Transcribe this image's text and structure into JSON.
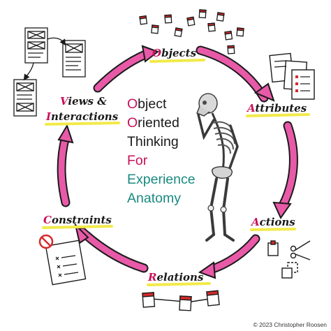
{
  "diagram": {
    "nodes": [
      {
        "id": "objects",
        "initial": "O",
        "rest": "bjects"
      },
      {
        "id": "attributes",
        "initial": "A",
        "rest": "ttributes"
      },
      {
        "id": "actions",
        "initial": "A",
        "rest": "ctions"
      },
      {
        "id": "relations",
        "initial": "R",
        "rest": "elations"
      },
      {
        "id": "constraints",
        "initial": "C",
        "rest": "onstraints"
      },
      {
        "id": "views_1",
        "initial": "V",
        "rest": "iews &"
      },
      {
        "id": "views_2",
        "initial": "I",
        "rest": "nteractions"
      }
    ],
    "center_title": [
      {
        "initial": "O",
        "rest": "bject"
      },
      {
        "initial": "O",
        "rest": "riented"
      },
      {
        "initial": "",
        "rest": "Thinking"
      },
      {
        "initial": "",
        "rest": "For"
      },
      {
        "initial": "",
        "rest": "Experience"
      },
      {
        "initial": "",
        "rest": "Anatomy"
      }
    ],
    "accent_color": "#c8105a",
    "teal_color": "#1a8a80",
    "arrow_color": "#e85aa8",
    "highlight_color": "#f2ea4a"
  },
  "footer": {
    "copyright": "© 2023 Christopher Roosen"
  }
}
